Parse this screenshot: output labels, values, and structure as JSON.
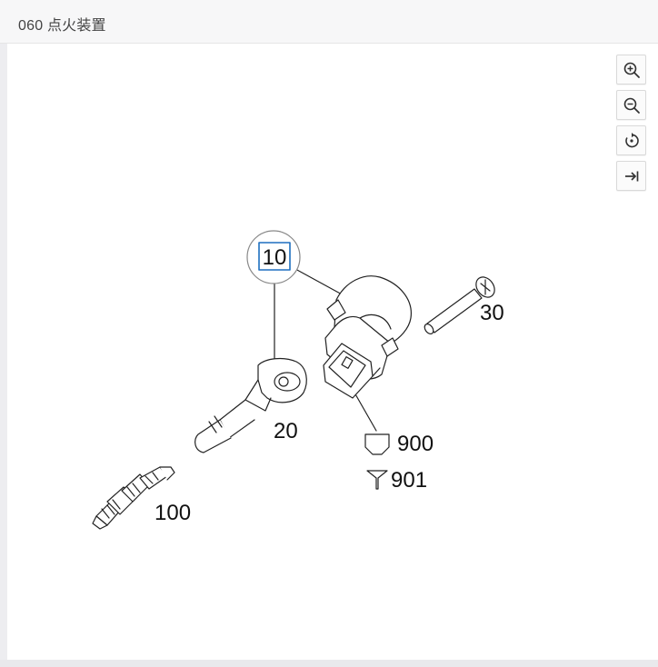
{
  "header": {
    "title": "060 点火装置"
  },
  "toolbar": {
    "buttons": [
      {
        "icon": "zoom-in-icon"
      },
      {
        "icon": "zoom-out-icon"
      },
      {
        "icon": "rotate-reset-icon"
      },
      {
        "icon": "collapse-panel-icon"
      }
    ]
  },
  "diagram": {
    "callouts": {
      "c10": "10",
      "c20": "20",
      "c30": "30",
      "c100": "100",
      "c900": "900",
      "c901": "901"
    },
    "highlight_color": "#1e6fc0"
  }
}
